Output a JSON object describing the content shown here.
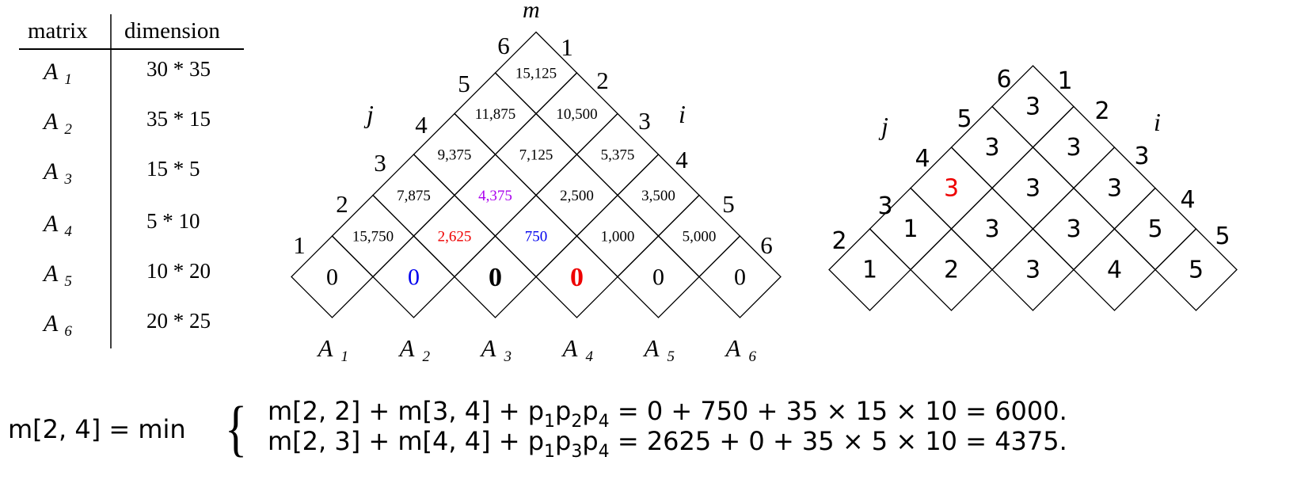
{
  "table": {
    "headers": [
      "matrix",
      "dimension"
    ],
    "rows": [
      {
        "matrix": "A",
        "sub": "1",
        "dimension": "30 * 35"
      },
      {
        "matrix": "A",
        "sub": "2",
        "dimension": "35 * 15"
      },
      {
        "matrix": "A",
        "sub": "3",
        "dimension": "15 * 5"
      },
      {
        "matrix": "A",
        "sub": "4",
        "dimension": "5 * 10"
      },
      {
        "matrix": "A",
        "sub": "5",
        "dimension": "10 * 20"
      },
      {
        "matrix": "A",
        "sub": "6",
        "dimension": "20 * 25"
      }
    ]
  },
  "m_table": {
    "title": "m",
    "j_label": "j",
    "i_label": "i",
    "left_indices": [
      "1",
      "2",
      "3",
      "4",
      "5",
      "6"
    ],
    "right_indices": [
      "1",
      "2",
      "3",
      "4",
      "5",
      "6"
    ],
    "cells": [
      [
        "0",
        "0",
        "0",
        "0",
        "0",
        "0"
      ],
      [
        "15,750",
        "2,625",
        "750",
        "1,000",
        "5,000"
      ],
      [
        "7,875",
        "4,375",
        "2,500",
        "3,500"
      ],
      [
        "9,375",
        "7,125",
        "5,375"
      ],
      [
        "11,875",
        "10,500"
      ],
      [
        "15,125"
      ]
    ],
    "cell_colors": [
      [
        "#000000",
        "#0000ee",
        "#000000",
        "#ee0000",
        "#000000",
        "#000000"
      ],
      [
        "#000000",
        "#ee0000",
        "#0000ee",
        "#000000",
        "#000000"
      ],
      [
        "#000000",
        "#aa00ee",
        "#000000",
        "#000000"
      ],
      [
        "#000000",
        "#000000",
        "#000000"
      ],
      [
        "#000000",
        "#000000"
      ],
      [
        "#000000"
      ]
    ],
    "matrix_labels": [
      {
        "name": "A",
        "sub": "1"
      },
      {
        "name": "A",
        "sub": "2"
      },
      {
        "name": "A",
        "sub": "3"
      },
      {
        "name": "A",
        "sub": "4"
      },
      {
        "name": "A",
        "sub": "5"
      },
      {
        "name": "A",
        "sub": "6"
      }
    ]
  },
  "s_table": {
    "j_label": "j",
    "i_label": "i",
    "left_indices": [
      "2",
      "3",
      "4",
      "5",
      "6"
    ],
    "right_indices": [
      "1",
      "2",
      "3",
      "4",
      "5"
    ],
    "cells": [
      [
        "1",
        "2",
        "3",
        "4",
        "5"
      ],
      [
        "1",
        "3",
        "3",
        "5"
      ],
      [
        "3",
        "3",
        "3"
      ],
      [
        "3",
        "3"
      ],
      [
        "3"
      ]
    ],
    "highlight": {
      "row": 2,
      "col": 0,
      "color": "#ee0000"
    }
  },
  "formula": {
    "lhs": "m[2, 4] = min",
    "line1": "m[2, 2] + m[3, 4] + p",
    "line1_subs": [
      "1",
      "2",
      "4"
    ],
    "line1_rhs": "= 0 + 750 + 35 × 15 × 10 = 6000.",
    "line2": "m[2, 3] + m[4, 4] + p",
    "line2_subs": [
      "1",
      "3",
      "4"
    ],
    "line2_rhs": "= 2625 + 0 + 35 × 5 × 10 = 4375."
  }
}
